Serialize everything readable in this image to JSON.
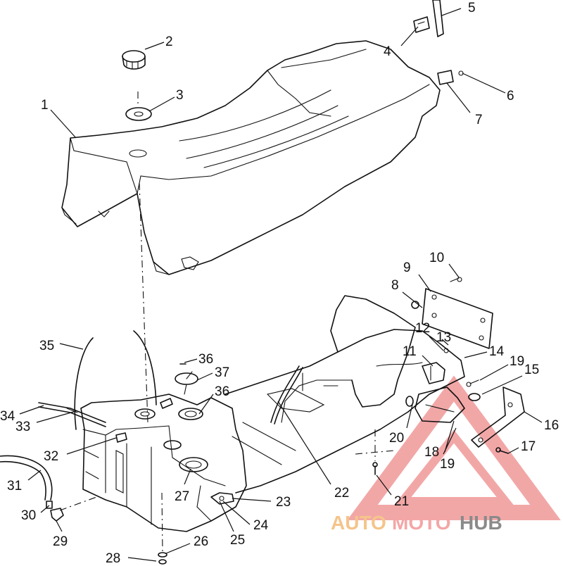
{
  "callouts": [
    "1",
    "2",
    "3",
    "4",
    "5",
    "6",
    "7",
    "8",
    "9",
    "10",
    "11",
    "12",
    "13",
    "14",
    "15",
    "16",
    "17",
    "18",
    "19",
    "19",
    "20",
    "21",
    "22",
    "23",
    "24",
    "25",
    "26",
    "27",
    "28",
    "29",
    "30",
    "31",
    "32",
    "33",
    "34",
    "35",
    "36",
    "36",
    "37"
  ],
  "watermark": {
    "brand_part1": "AUTO",
    "brand_part2": "MOTO",
    "brand_part3": "HUB",
    "color_part1": "#f5c48a",
    "color_part2": "#f4a6a6",
    "color_part3": "#8a8a8a",
    "triangle_color": "#ee8a8a"
  }
}
